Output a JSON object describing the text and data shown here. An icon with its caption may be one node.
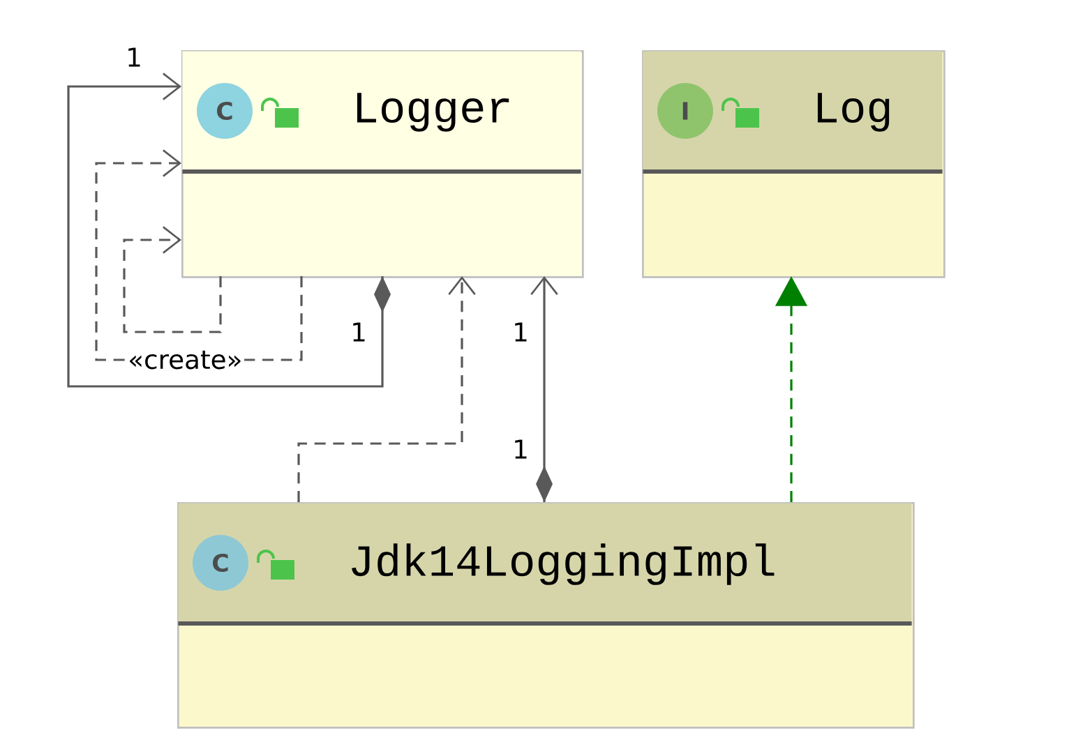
{
  "diagram": {
    "nodes": [
      {
        "text": [
          "C",
          "Logger"
        ]
      },
      {
        "text": [
          "I",
          "Log"
        ]
      },
      {
        "text": [
          "C",
          "Jdk14LoggingImpl"
        ]
      }
    ],
    "edges": [
      {
        "from": 0,
        "to": 0,
        "arrow": "to"
      },
      {
        "from": 0,
        "to": 0,
        "arrow": "to",
        "style": "dashed",
        "label": "«create»"
      },
      {
        "from": 0,
        "to": 0,
        "arrow": "to",
        "style": "dashed"
      },
      {
        "from": 2,
        "to": 0,
        "arrow": "to",
        "style": "dashed"
      },
      {
        "from": 2,
        "to": 0,
        "arrow": "to"
      },
      {
        "from": 2,
        "to": 1,
        "arrow": "to",
        "style": "dashed",
        "color": "#008000"
      }
    ],
    "labels": [
      "1",
      "1",
      "1",
      "1"
    ]
  }
}
